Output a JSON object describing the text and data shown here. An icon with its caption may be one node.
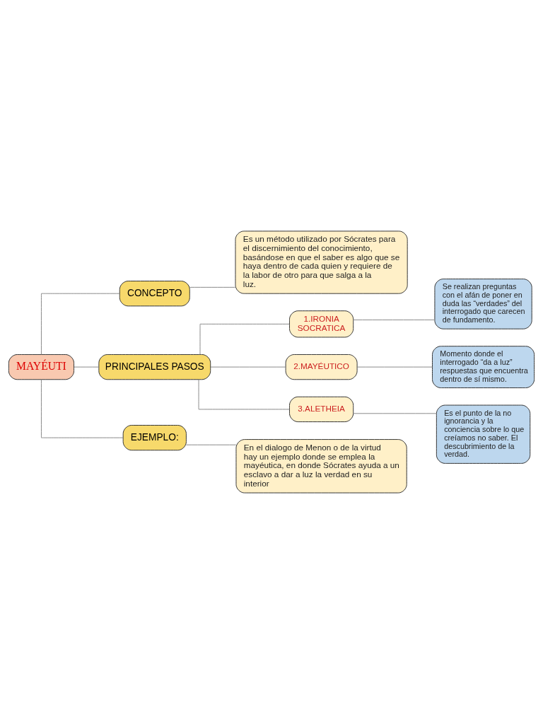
{
  "diagram": {
    "nodes": [
      {
        "text": [
          "MAYÉUTI"
        ]
      },
      {
        "text": [
          "CONCEPTO"
        ]
      },
      {
        "text": [
          "Es un método utilizado por Sócrates para el discernimiento del conocimiento, basándose en que el saber es algo que se haya dentro de cada quien y requiere de la labor de otro para que salga a la luz."
        ]
      },
      {
        "text": [
          "PRINCIPALES PASOS"
        ]
      },
      {
        "text": [
          "1.IRONIA SOCRATICA"
        ]
      },
      {
        "text": [
          "Se realizan preguntas con el afán de poner en duda las “verdades” del interrogado que carecen de fundamento."
        ]
      },
      {
        "text": [
          "2.MAYÉUTICO"
        ]
      },
      {
        "text": [
          "Momento donde el interrogado “da a luz” respuestas que encuentra dentro de sí mismo."
        ]
      },
      {
        "text": [
          "3.ALETHEIA"
        ]
      },
      {
        "text": [
          "Es el punto de la no ignorancia y la conciencia sobre lo que creíamos no saber. El descubrimiento de la verdad."
        ]
      },
      {
        "text": [
          "EJEMPLO:"
        ]
      },
      {
        "text": [
          "En el dialogo de Menon o de la virtud hay un ejemplo donde se emplea la mayéutica, en donde Sócrates ayuda a un esclavo a dar a luz la verdad en su interior"
        ]
      }
    ],
    "edges": [
      {
        "from": 0,
        "to": 1,
        "arrow": "none"
      },
      {
        "from": 0,
        "to": 3,
        "arrow": "none"
      },
      {
        "from": 0,
        "to": 10,
        "arrow": "none"
      },
      {
        "from": 1,
        "to": 2,
        "arrow": "none"
      },
      {
        "from": 3,
        "to": 4,
        "arrow": "none"
      },
      {
        "from": 3,
        "to": 6,
        "arrow": "none"
      },
      {
        "from": 3,
        "to": 8,
        "arrow": "none"
      },
      {
        "from": 4,
        "to": 5,
        "arrow": "none"
      },
      {
        "from": 6,
        "to": 7,
        "arrow": "none"
      },
      {
        "from": 8,
        "to": 9,
        "arrow": "none"
      },
      {
        "from": 10,
        "to": 11,
        "arrow": "none"
      }
    ]
  }
}
